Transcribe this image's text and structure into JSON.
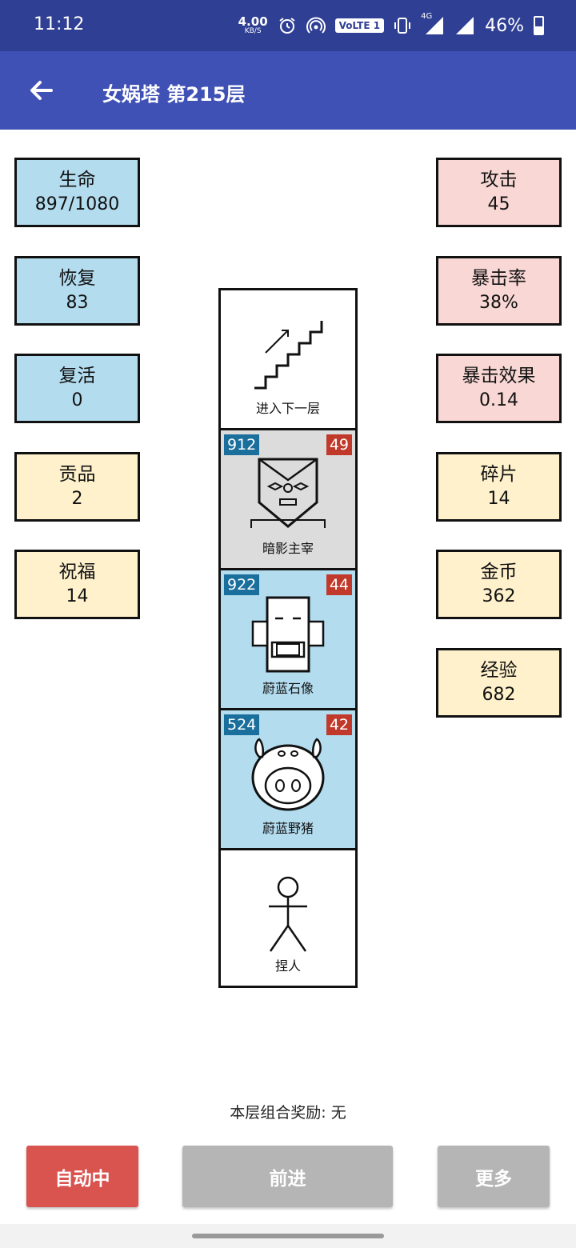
{
  "status_bar": {
    "time": "11:12",
    "net_speed_value": "4.00",
    "net_speed_unit": "KB/S",
    "volte": "VoLTE 1",
    "network": "4G",
    "battery": "46%"
  },
  "app_bar": {
    "title": "女娲塔 第215层"
  },
  "stats_left": [
    {
      "label": "生命",
      "value": "897/1080",
      "color": "#b3dcef"
    },
    {
      "label": "恢复",
      "value": "83",
      "color": "#b3dcef"
    },
    {
      "label": "复活",
      "value": "0",
      "color": "#b3dcef"
    },
    {
      "label": "贡品",
      "value": "2",
      "color": "#fff1cc"
    },
    {
      "label": "祝福",
      "value": "14",
      "color": "#fff1cc"
    }
  ],
  "stats_right": [
    {
      "label": "攻击",
      "value": "45",
      "color": "#f8d7d4"
    },
    {
      "label": "暴击率",
      "value": "38%",
      "color": "#f8d7d4"
    },
    {
      "label": "暴击效果",
      "value": "0.14",
      "color": "#f8d7d4"
    },
    {
      "label": "碎片",
      "value": "14",
      "color": "#fff1cc"
    },
    {
      "label": "金币",
      "value": "362",
      "color": "#fff1cc"
    },
    {
      "label": "经验",
      "value": "682",
      "color": "#fff1cc"
    }
  ],
  "tower": [
    {
      "name": "进入下一层",
      "icon": "stairs-icon"
    },
    {
      "name": "暗影主宰",
      "hp": "912",
      "atk": "49",
      "icon": "shadow-mask-icon"
    },
    {
      "name": "蔚蓝石像",
      "hp": "922",
      "atk": "44",
      "icon": "robot-statue-icon"
    },
    {
      "name": "蔚蓝野猪",
      "hp": "524",
      "atk": "42",
      "icon": "boar-icon"
    },
    {
      "name": "捏人",
      "icon": "stick-figure-icon"
    }
  ],
  "combo_text": "本层组合奖励: 无",
  "buttons": {
    "auto": "自动中",
    "forward": "前进",
    "more": "更多"
  }
}
